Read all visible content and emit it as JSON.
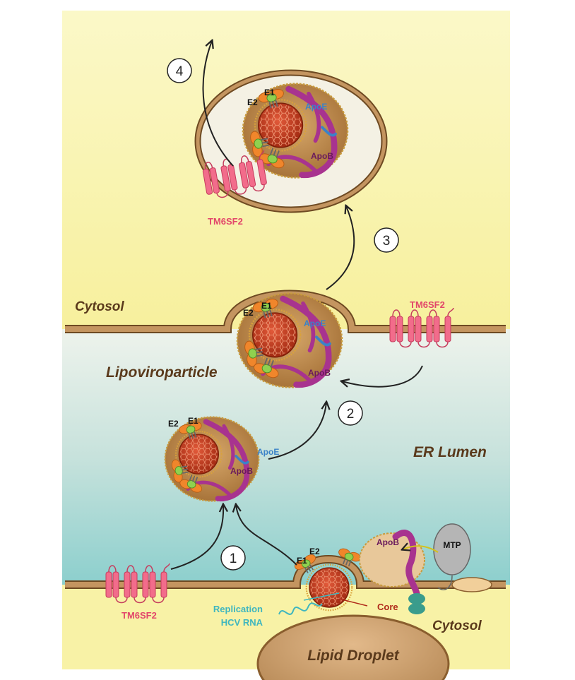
{
  "labels": {
    "cytosol_top": "Cytosol",
    "cytosol_bottom": "Cytosol",
    "er_lumen": "ER Lumen",
    "lipoviroparticle": "Lipoviroparticle",
    "lipid_droplet": "Lipid Droplet",
    "mtp": "MTP",
    "core": "Core",
    "replication": "Replication",
    "hcv_rna": "HCV RNA",
    "tm6sf2_top": "TM6SF2",
    "tm6sf2_mid": "TM6SF2",
    "tm6sf2_bottom": "TM6SF2",
    "e1": "E1",
    "e2": "E2",
    "apoe": "ApoE",
    "apob": "ApoB"
  },
  "steps": [
    "1",
    "2",
    "3",
    "4"
  ],
  "colors": {
    "cytosol_bg": "#fbf6b4",
    "lumen_bg_top": "#e3ede9",
    "lumen_bg_bottom": "#8ecfcf",
    "membrane": "#b8874e",
    "membrane_edge": "#6e4a22",
    "tm6sf2": "#f26c8b",
    "apob": "#a8338f",
    "apoe": "#3b82c8",
    "core": "#c8421e",
    "lipid": "#c99a64",
    "hcv_rna": "#3fb6bf",
    "e1": "#8fd14f",
    "e2": "#f0862b"
  }
}
